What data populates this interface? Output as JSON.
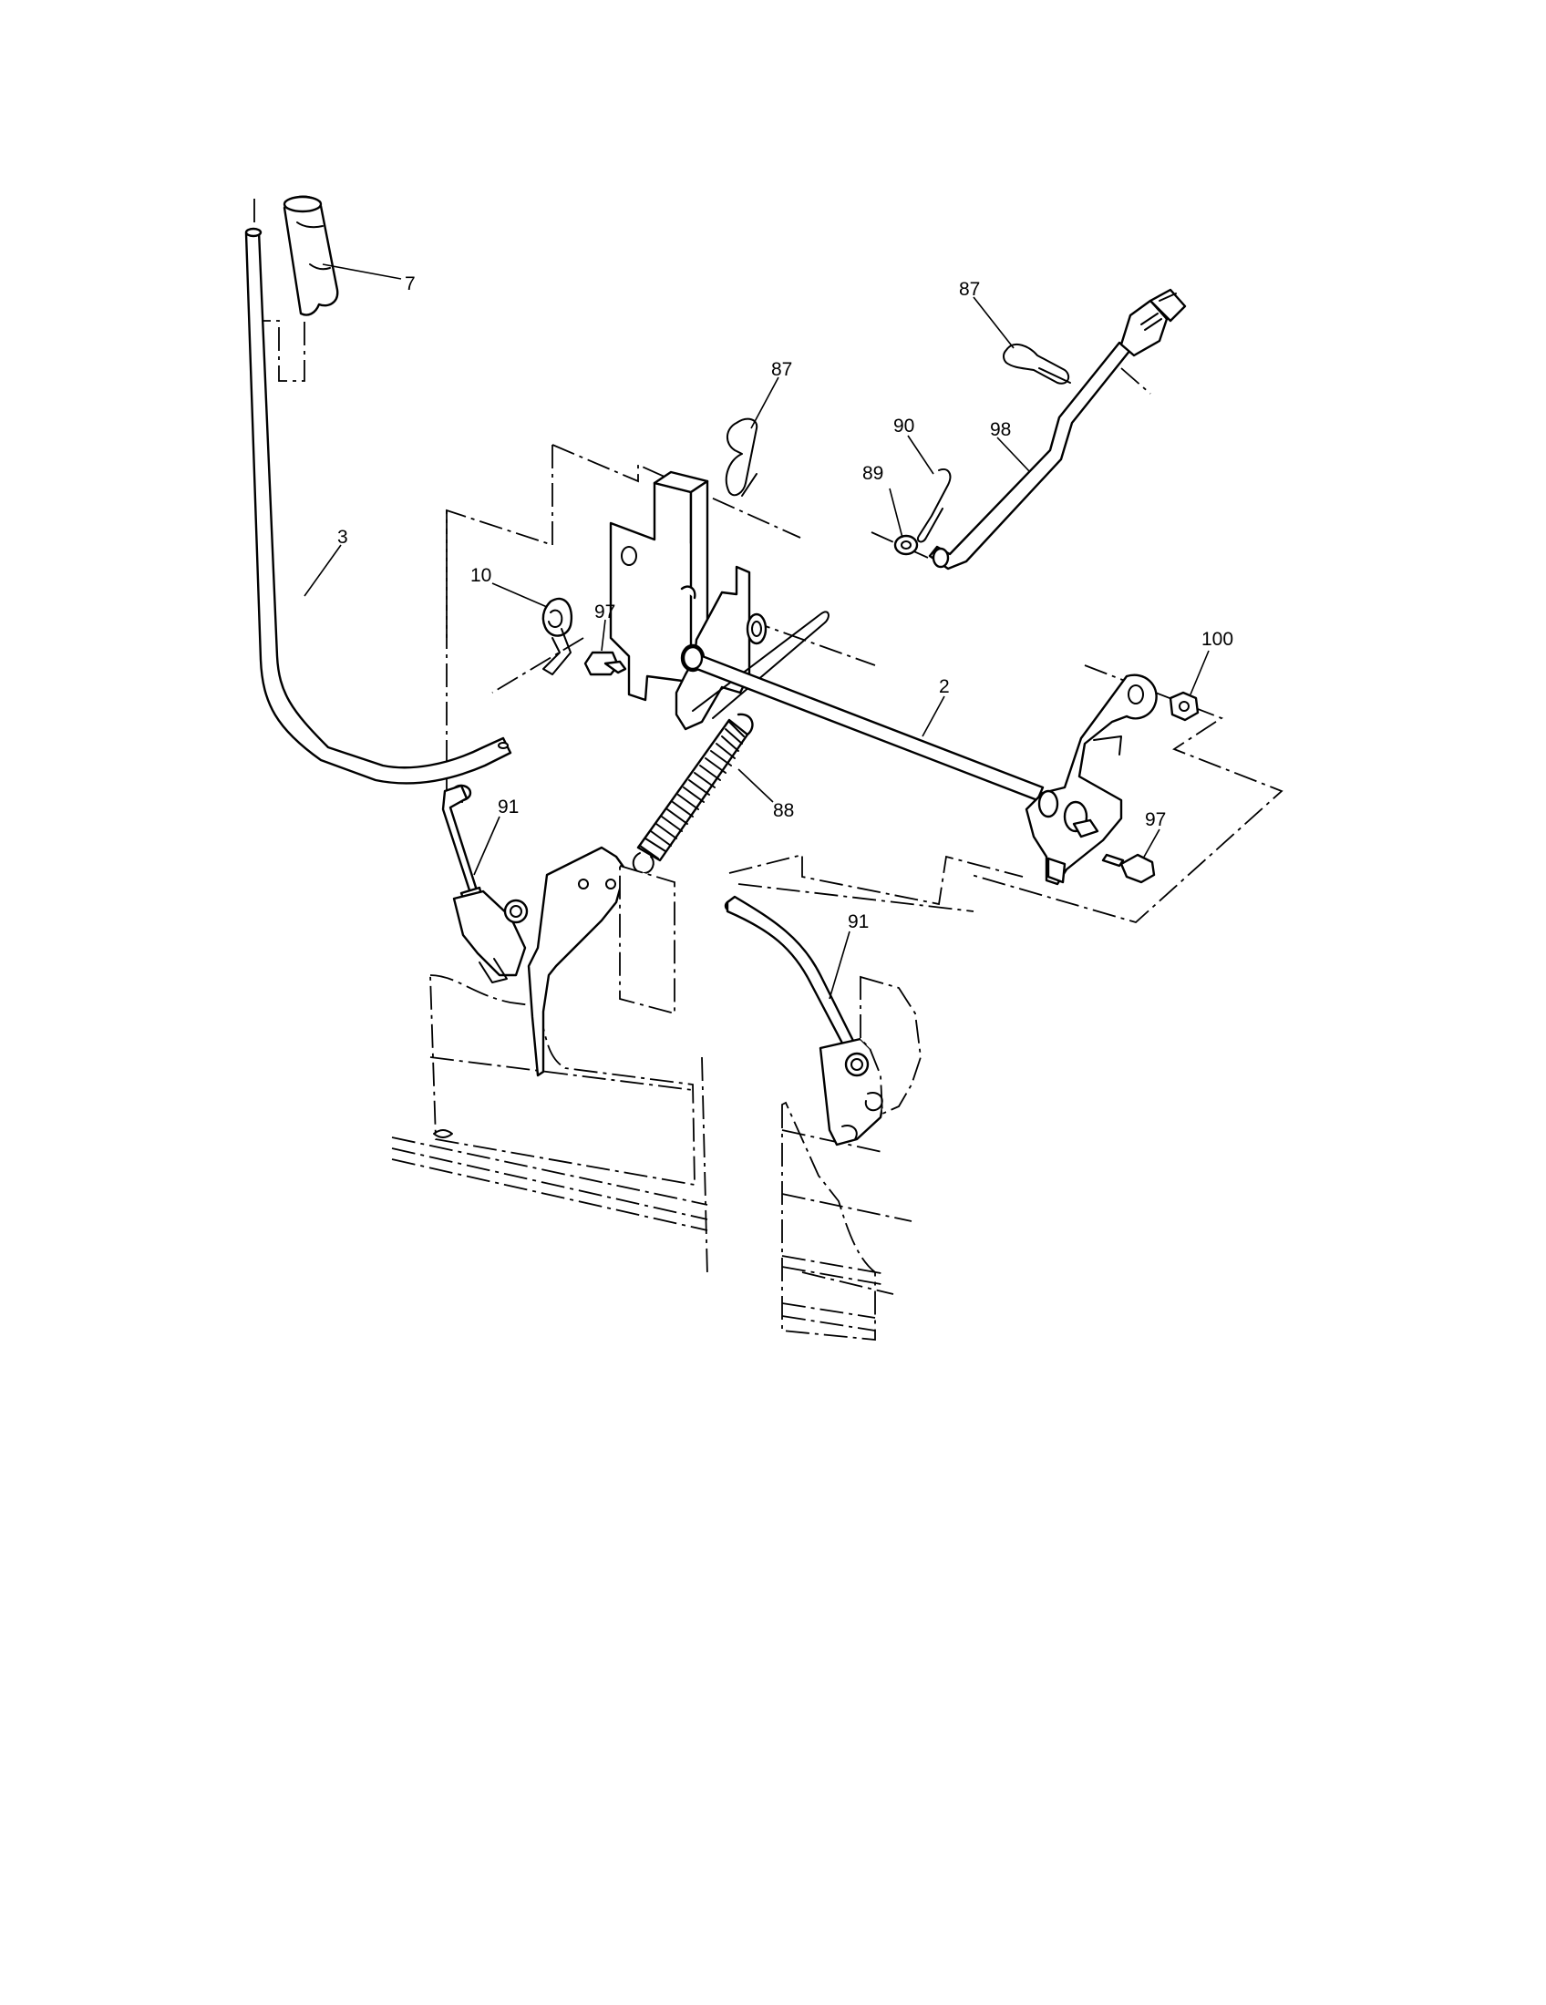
{
  "diagram": {
    "line_color": "#000000",
    "background": "#ffffff",
    "callouts": {
      "handle_grip": "7",
      "lift_handle": "3",
      "torsion_spring": "10",
      "hairpin_clip_upper": "87",
      "hairpin_clip_right": "87",
      "bolt_left": "97",
      "bolt_right": "97",
      "washer": "89",
      "clip": "90",
      "adjust_rod": "98",
      "lift_shaft": "2",
      "nut": "100",
      "extension_spring": "88",
      "lift_link_left": "91",
      "lift_link_right": "91"
    }
  }
}
